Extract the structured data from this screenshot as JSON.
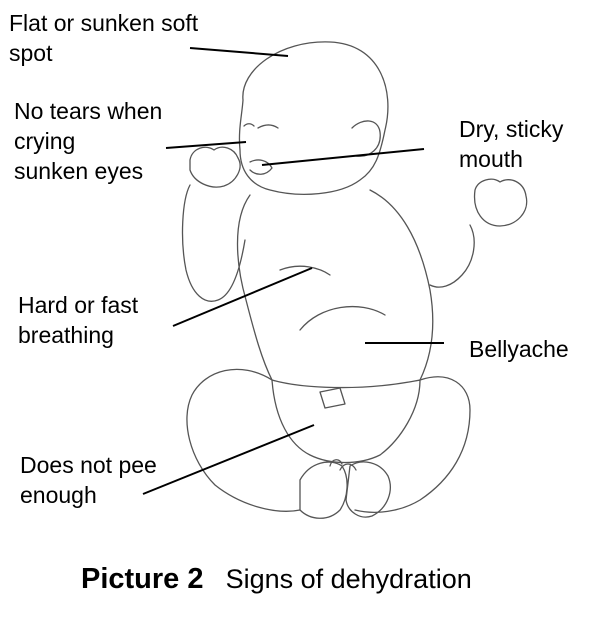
{
  "labels": {
    "soft_spot": [
      "Flat or sunken soft",
      "spot"
    ],
    "tears": [
      "No tears when",
      "crying",
      "sunken eyes"
    ],
    "mouth": [
      "Dry, sticky",
      "mouth"
    ],
    "breathing": [
      "Hard or fast",
      "breathing"
    ],
    "bellyache": [
      "Bellyache"
    ],
    "pee": [
      "Does not pee",
      "enough"
    ]
  },
  "caption": {
    "number": "Picture 2",
    "text": "Signs of dehydration"
  },
  "colors": {
    "line": "#000000",
    "outline": "#555555"
  }
}
